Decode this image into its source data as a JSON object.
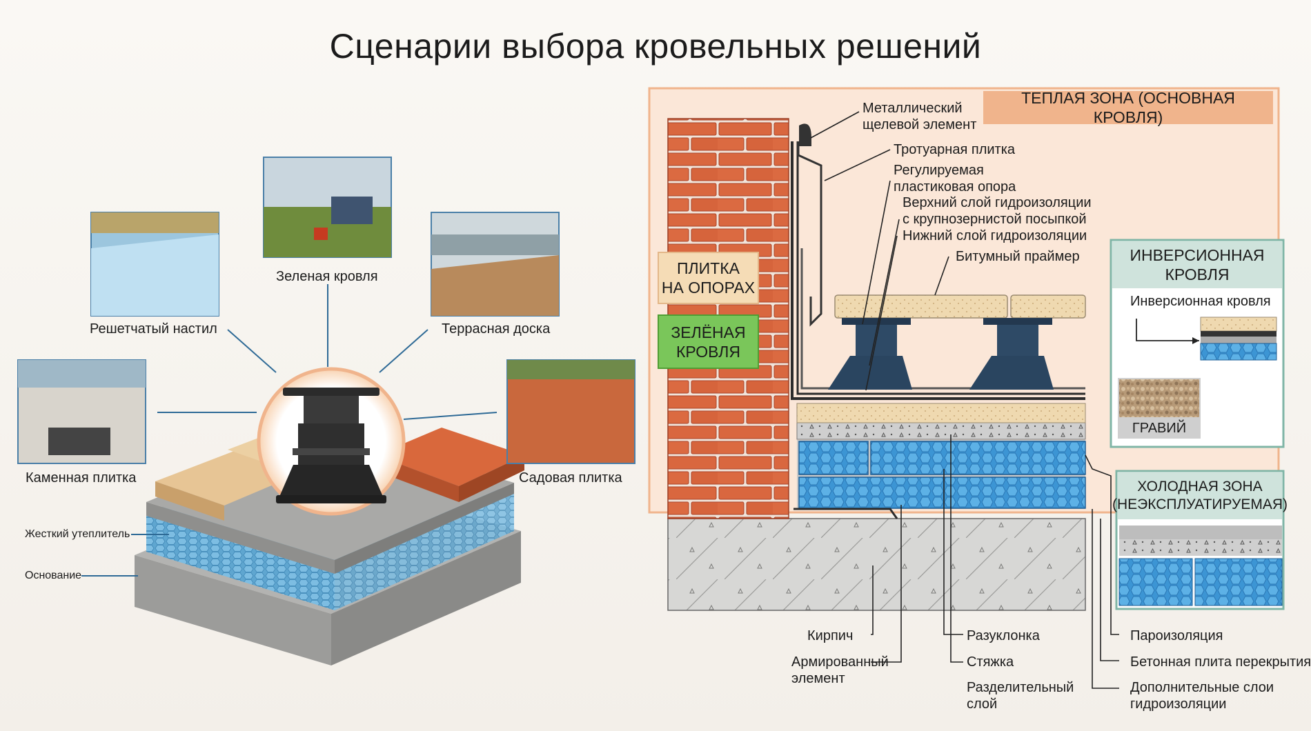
{
  "title": "Сценарии выбора кровельных решений",
  "left": {
    "photos": {
      "green_roof": "Зеленая кровля",
      "grating_deck": "Решетчатый настил",
      "terrace_board": "Террасная доска",
      "stone_tile": "Каменная плитка",
      "garden_tile": "Садовая плитка"
    },
    "layers": {
      "rigid_insulation": "Жесткий утеплитель",
      "base": "Основание"
    }
  },
  "right": {
    "warm_zone": "ТЕПЛАЯ ЗОНА (ОСНОВНАЯ КРОВЛЯ)",
    "tile_on_supports": [
      "ПЛИТКА",
      "НА ОПОРАХ"
    ],
    "green_roof": [
      "ЗЕЛЁНАЯ",
      "КРОВЛЯ"
    ],
    "inversion": {
      "title": [
        "ИНВЕРСИОННАЯ",
        "КРОВЛЯ"
      ],
      "label": "Инверсионная кровля",
      "gravel": "ГРАВИЙ"
    },
    "cold_zone": [
      "ХОЛОДНАЯ ЗОНА",
      "(НЕЭКСПЛУАТИРУЕМАЯ)"
    ],
    "callouts_top": {
      "metal_slot": [
        "Металлический",
        "щелевой элемент"
      ],
      "paving_tile": "Тротуарная плитка",
      "adjustable_support": [
        "Регулируемая",
        "пластиковая опора"
      ],
      "upper_waterproof": [
        "Верхний слой гидроизоляции",
        "с крупнозернистой посыпкой"
      ],
      "lower_waterproof": "Нижний слой гидроизоляции",
      "bitumen_primer": "Битумный праймер"
    },
    "callouts_bottom": {
      "brick": "Кирпич",
      "reinforced": [
        "Армированный",
        "элемент"
      ],
      "slope": "Разуклонка",
      "screed": "Стяжка",
      "separating": [
        "Разделительный",
        "слой"
      ],
      "vapor": "Пароизоляция",
      "concrete_slab": "Бетонная плита перекрытия",
      "extra_layers": [
        "Дополнительные слои",
        "гидроизоляции"
      ]
    }
  },
  "colors": {
    "accent_orange": "#f0b48c",
    "warm_fill": "#fbe7d8",
    "teal": "#7fb5a6",
    "green_box": "#7ac65a",
    "tan_box": "#f5dcb6",
    "insulation_blue": "#4aa3dd",
    "brick": "#d9673f"
  }
}
